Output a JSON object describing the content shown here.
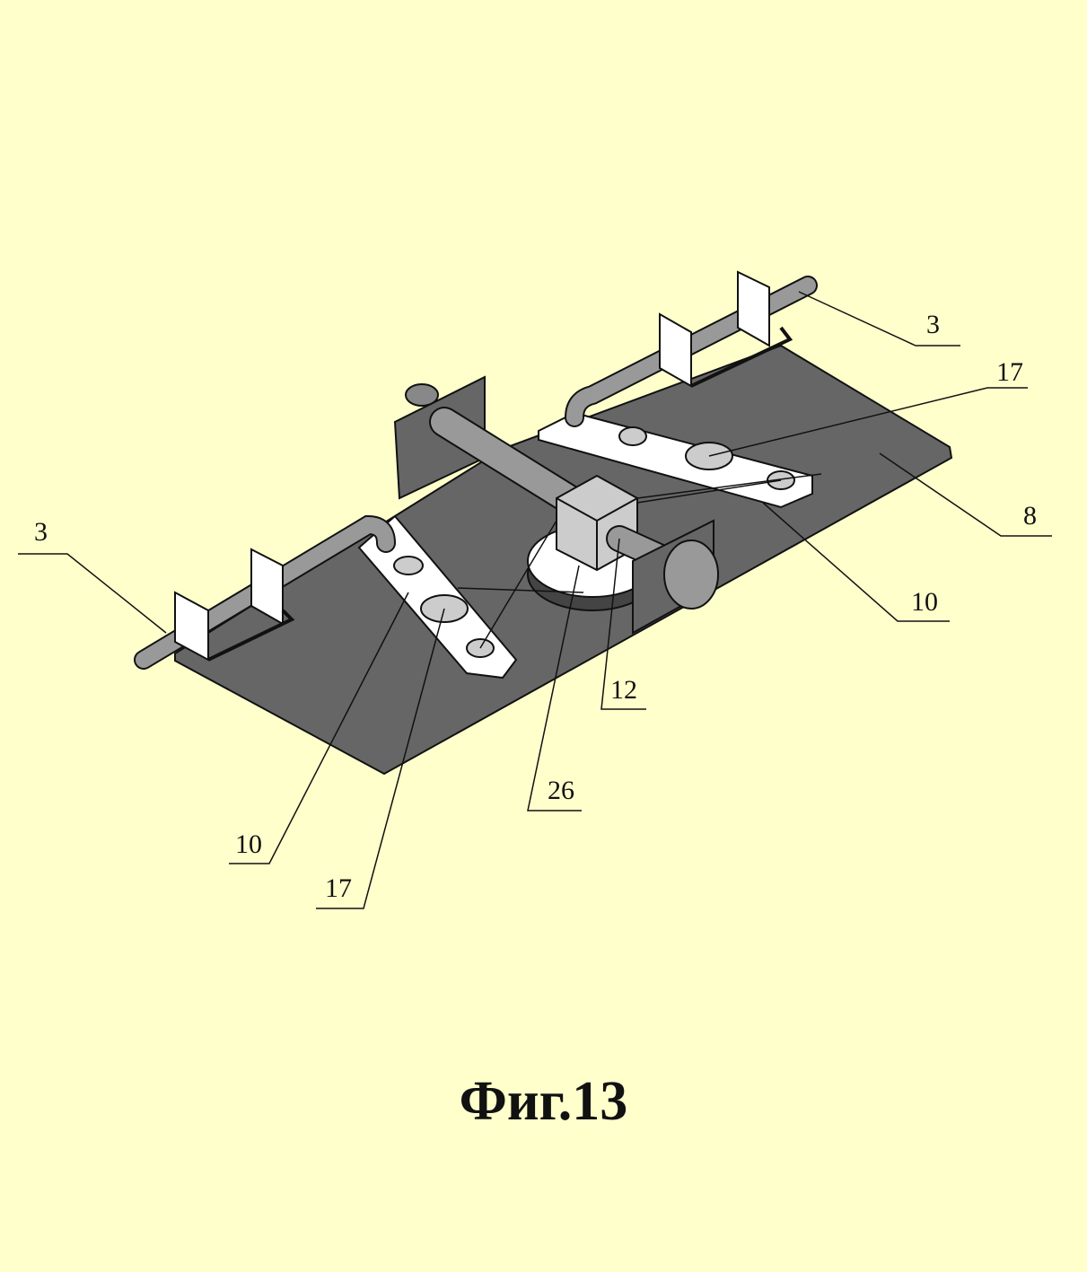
{
  "figure": {
    "caption": "Фиг.13",
    "labels": {
      "rod_right": "3",
      "lever_pin_right": "17",
      "plate": "8",
      "lever_right": "10",
      "shaft": "12",
      "pulley": "26",
      "rod_left": "3",
      "lever_left": "10",
      "lever_pin_left": "17"
    }
  },
  "colors": {
    "background": "#ffffcc",
    "plate": "#666666",
    "part": "#999999",
    "light": "#cccccc"
  }
}
